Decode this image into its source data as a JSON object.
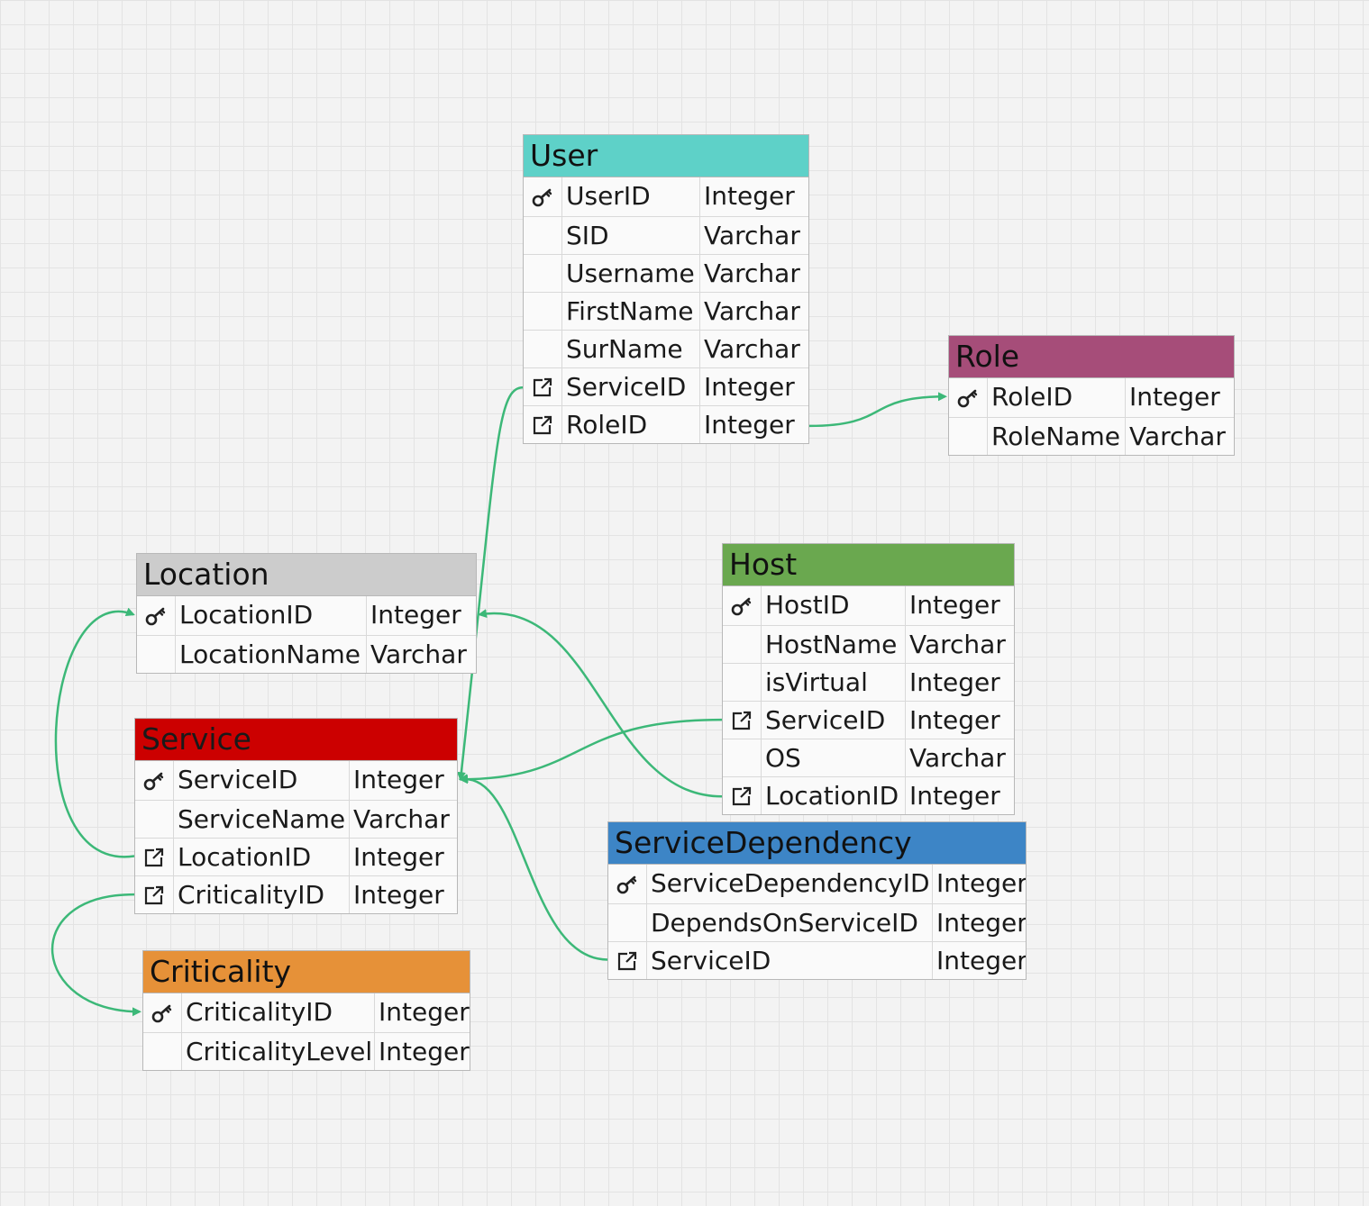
{
  "diagram": {
    "colors": {
      "line": "#3cb878",
      "grid": "#e3e3e3",
      "background": "#f3f3f3"
    },
    "icons": {
      "pk": "key-icon",
      "fk": "external-link-icon"
    },
    "tables": [
      {
        "id": "user",
        "title": "User",
        "color": "#5ed1c8",
        "rows": [
          {
            "icon": "pk",
            "name": "UserID",
            "type": "Integer"
          },
          {
            "icon": "",
            "name": "SID",
            "type": "Varchar"
          },
          {
            "icon": "",
            "name": "Username",
            "type": "Varchar"
          },
          {
            "icon": "",
            "name": "FirstName",
            "type": "Varchar"
          },
          {
            "icon": "",
            "name": "SurName",
            "type": "Varchar"
          },
          {
            "icon": "fk",
            "name": "ServiceID",
            "type": "Integer"
          },
          {
            "icon": "fk",
            "name": "RoleID",
            "type": "Integer"
          }
        ]
      },
      {
        "id": "role",
        "title": "Role",
        "color": "#a64d79",
        "rows": [
          {
            "icon": "pk",
            "name": "RoleID",
            "type": "Integer"
          },
          {
            "icon": "",
            "name": "RoleName",
            "type": "Varchar"
          }
        ]
      },
      {
        "id": "location",
        "title": "Location",
        "color": "#cccccc",
        "rows": [
          {
            "icon": "pk",
            "name": "LocationID",
            "type": "Integer"
          },
          {
            "icon": "",
            "name": "LocationName",
            "type": "Varchar"
          }
        ]
      },
      {
        "id": "host",
        "title": "Host",
        "color": "#6aa84f",
        "rows": [
          {
            "icon": "pk",
            "name": "HostID",
            "type": "Integer"
          },
          {
            "icon": "",
            "name": "HostName",
            "type": "Varchar"
          },
          {
            "icon": "",
            "name": "isVirtual",
            "type": "Integer"
          },
          {
            "icon": "fk",
            "name": "ServiceID",
            "type": "Integer"
          },
          {
            "icon": "",
            "name": "OS",
            "type": "Varchar"
          },
          {
            "icon": "fk",
            "name": "LocationID",
            "type": "Integer"
          }
        ]
      },
      {
        "id": "service",
        "title": "Service",
        "color": "#cc0000",
        "rows": [
          {
            "icon": "pk",
            "name": "ServiceID",
            "type": "Integer"
          },
          {
            "icon": "",
            "name": "ServiceName",
            "type": "Varchar"
          },
          {
            "icon": "fk",
            "name": "LocationID",
            "type": "Integer"
          },
          {
            "icon": "fk",
            "name": "CriticalityID",
            "type": "Integer"
          }
        ]
      },
      {
        "id": "servicedependency",
        "title": "ServiceDependency",
        "color": "#3d85c6",
        "rows": [
          {
            "icon": "pk",
            "name": "ServiceDependencyID",
            "type": "Integer"
          },
          {
            "icon": "",
            "name": "DependsOnServiceID",
            "type": "Integer"
          },
          {
            "icon": "fk",
            "name": "ServiceID",
            "type": "Integer"
          }
        ]
      },
      {
        "id": "criticality",
        "title": "Criticality",
        "color": "#e69138",
        "rows": [
          {
            "icon": "pk",
            "name": "CriticalityID",
            "type": "Integer"
          },
          {
            "icon": "",
            "name": "CriticalityLevel",
            "type": "Integer"
          }
        ]
      }
    ],
    "relations": [
      {
        "from": "user.ServiceID",
        "to": "service.ServiceID"
      },
      {
        "from": "user.RoleID",
        "to": "role.RoleID"
      },
      {
        "from": "host.ServiceID",
        "to": "service.ServiceID"
      },
      {
        "from": "host.LocationID",
        "to": "location.LocationID"
      },
      {
        "from": "service.LocationID",
        "to": "location.LocationID"
      },
      {
        "from": "service.CriticalityID",
        "to": "criticality.CriticalityID"
      },
      {
        "from": "servicedependency.ServiceID",
        "to": "service.ServiceID"
      }
    ]
  }
}
